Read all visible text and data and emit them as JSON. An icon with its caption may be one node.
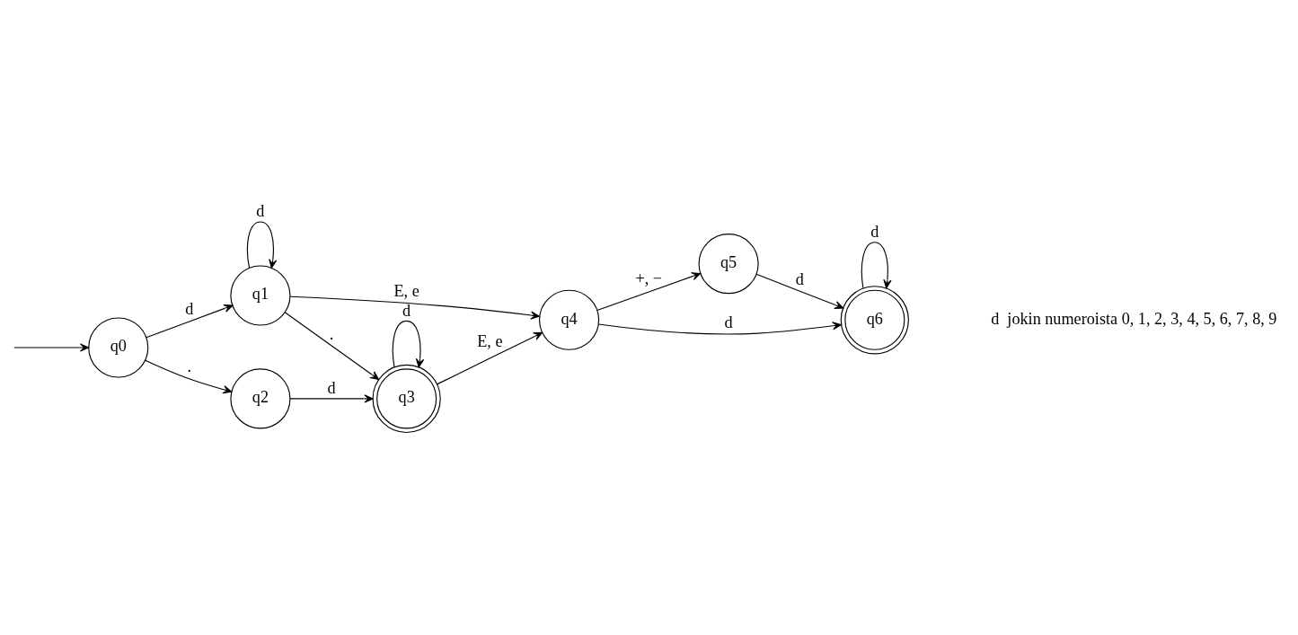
{
  "diagram": {
    "nodes": [
      {
        "text": [
          "q0"
        ]
      },
      {
        "text": [
          "q1"
        ]
      },
      {
        "text": [
          "q2"
        ]
      },
      {
        "text": [
          "q3"
        ]
      },
      {
        "text": [
          "q4"
        ]
      },
      {
        "text": [
          "q5"
        ]
      },
      {
        "text": [
          "q6"
        ]
      }
    ],
    "edges": [
      {
        "from": null,
        "to": 0,
        "arrow": "to"
      },
      {
        "from": 0,
        "to": 2,
        "arrow": "to",
        "label": "."
      },
      {
        "from": 0,
        "to": 1,
        "arrow": "to",
        "label": "d"
      },
      {
        "from": 2,
        "to": 3,
        "arrow": "to",
        "label": "d"
      },
      {
        "from": 3,
        "to": 3,
        "arrow": "to",
        "label": "d"
      },
      {
        "from": 1,
        "to": 3,
        "arrow": "to",
        "label": "."
      },
      {
        "from": 1,
        "to": 1,
        "arrow": "to",
        "label": "d"
      },
      {
        "from": 1,
        "to": 4,
        "arrow": "to",
        "label": "E, e"
      },
      {
        "from": 3,
        "to": 4,
        "arrow": "to",
        "label": "E, e"
      },
      {
        "from": 4,
        "to": 5,
        "arrow": "to",
        "label": "+, −"
      },
      {
        "from": 4,
        "to": 6,
        "arrow": "to",
        "label": "d"
      },
      {
        "from": 5,
        "to": 6,
        "arrow": "to",
        "label": "d"
      },
      {
        "from": 6,
        "to": 6,
        "arrow": "to",
        "label": "d"
      }
    ],
    "labels": [
      "d  jokin numeroista 0, 1, 2, 3, 4, 5, 6, 7, 8, 9"
    ]
  }
}
